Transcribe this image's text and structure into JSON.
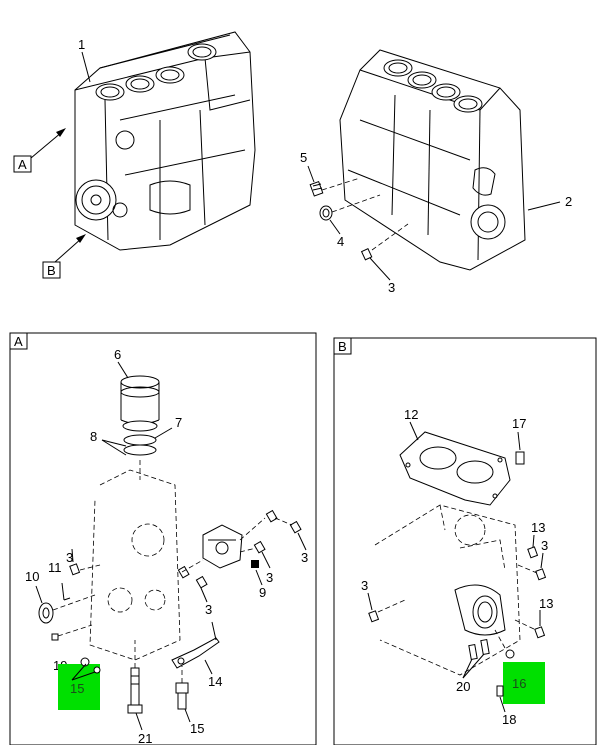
{
  "views": {
    "A": {
      "label": "A"
    },
    "B": {
      "label": "B"
    }
  },
  "callouts": {
    "c1": "1",
    "c2": "2",
    "c3a": "3",
    "c4": "4",
    "c5": "5",
    "c6": "6",
    "c7": "7",
    "c8": "8",
    "c3b": "3",
    "c3c": "3",
    "c3d": "3",
    "c3e": "3",
    "c9": "9",
    "c10": "10",
    "c11": "11",
    "c14": "14",
    "c15a": "15",
    "c15b": "15",
    "c19": "19",
    "c21": "21",
    "c12": "12",
    "c17": "17",
    "c13a": "13",
    "c3f": "3",
    "c3g": "3",
    "c13b": "13",
    "c16": "16",
    "c18": "18",
    "c20": "20"
  },
  "highlight_color": "#00e000"
}
